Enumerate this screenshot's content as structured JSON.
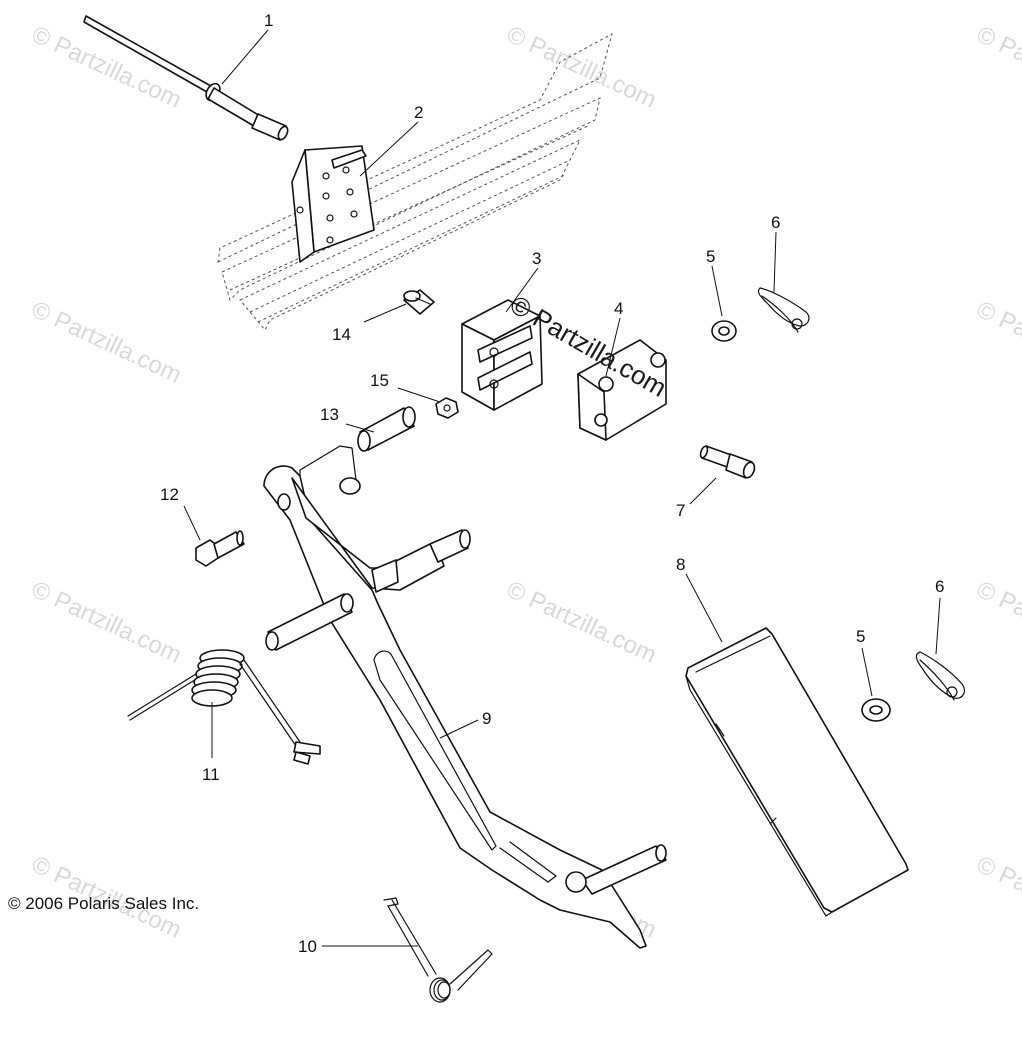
{
  "watermark": {
    "text": "Partzilla.com",
    "tiles": [
      "© Partzilla.com",
      "© Partzilla.com",
      "© Partzilla.com",
      "© Partzilla.com",
      "© Partzilla.com",
      "© Partzilla.com",
      "© Partzilla.com",
      "© Partzilla.com",
      "© Partzilla.com",
      "© Partzilla.com",
      "© Partzilla.com",
      "© Partzilla.com"
    ],
    "center": "© Partzilla.com"
  },
  "callouts": [
    "1",
    "2",
    "3",
    "4",
    "5",
    "6",
    "7",
    "8",
    "9",
    "10",
    "11",
    "12",
    "13",
    "14",
    "15",
    "5",
    "6"
  ],
  "copyright": "© 2006 Polaris Sales Inc."
}
